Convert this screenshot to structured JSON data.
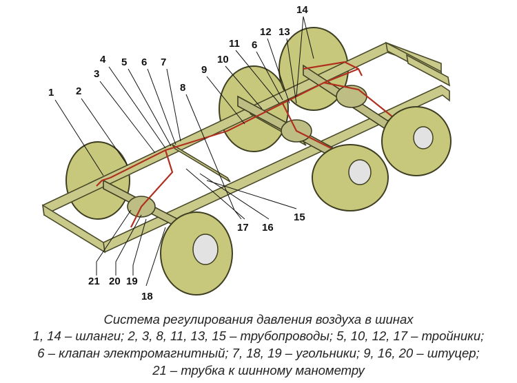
{
  "colors": {
    "frame": "#c9c98a",
    "frame_edge": "#4a4a2a",
    "tire": "#c8c87c",
    "tire_edge": "#3e3e22",
    "hub": "#e2e2e2",
    "pipe": "#b03020",
    "leader": "#111111"
  },
  "callouts": {
    "n1": "1",
    "n2": "2",
    "n3": "3",
    "n4": "4",
    "n5": "5",
    "n6a": "6",
    "n7": "7",
    "n8": "8",
    "n9": "9",
    "n10": "10",
    "n11": "11",
    "n6b": "6",
    "n12": "12",
    "n13": "13",
    "n14": "14",
    "n15": "15",
    "n16": "16",
    "n17": "17",
    "n21": "21",
    "n20": "20",
    "n19": "19",
    "n18": "18"
  },
  "caption": {
    "title": "Система регулирования давления воздуха в шинах",
    "line1": "1, 14 – шланги; 2, 3, 8, 11, 13, 15 – трубопроводы; 5, 10, 12, 17 – тройники;",
    "line2": "6 – клапан электромагнитный; 7, 18, 19 – угольники; 9, 16, 20 – штуцер;",
    "line3": "21 – трубка к шинному манометру"
  }
}
